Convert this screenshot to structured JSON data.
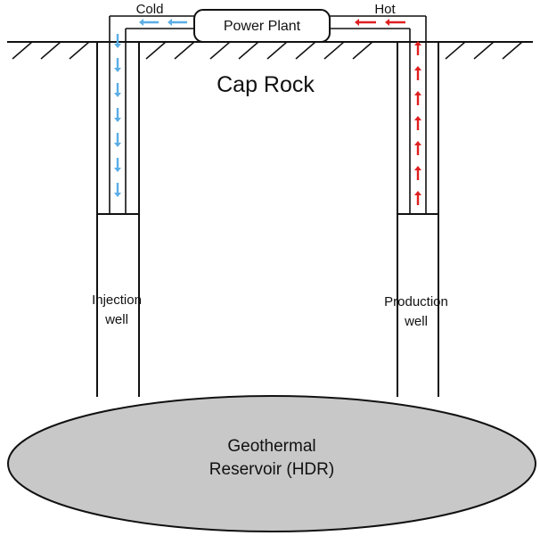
{
  "labels": {
    "cold": "Cold",
    "hot": "Hot",
    "power_plant": "Power Plant",
    "cap_rock": "Cap Rock",
    "injection_well_line1": "Injection",
    "injection_well_line2": "well",
    "production_well_line1": "Production",
    "production_well_line2": "well",
    "reservoir_line1": "Geothermal",
    "reservoir_line2": "Reservoir (HDR)"
  },
  "colors": {
    "cold_flow": "#5aaee6",
    "hot_flow": "#e02020",
    "reservoir_fill": "#c8c8c8",
    "outline": "#111111"
  }
}
